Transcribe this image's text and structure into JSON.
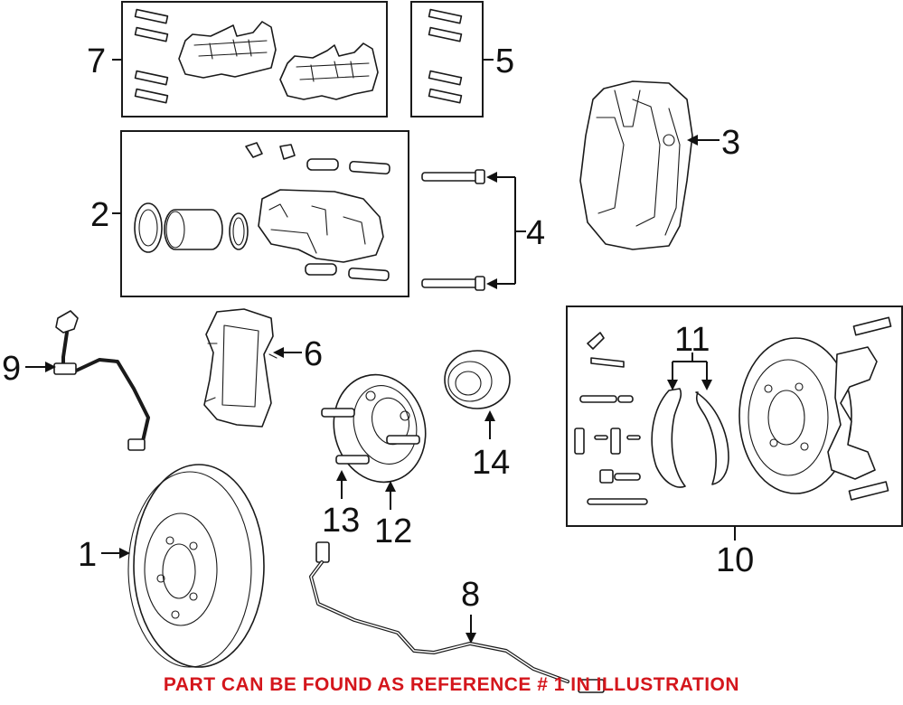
{
  "colors": {
    "line": "#1a1a1a",
    "notice": "#d4161c",
    "background": "#ffffff"
  },
  "callouts": {
    "c1": "1",
    "c2": "2",
    "c3": "3",
    "c4": "4",
    "c5": "5",
    "c6": "6",
    "c7": "7",
    "c8": "8",
    "c9": "9",
    "c10": "10",
    "c11": "11",
    "c12": "12",
    "c13": "13",
    "c14": "14"
  },
  "notice": "PART CAN BE FOUND AS REFERENCE # 1 IN ILLUSTRATION"
}
